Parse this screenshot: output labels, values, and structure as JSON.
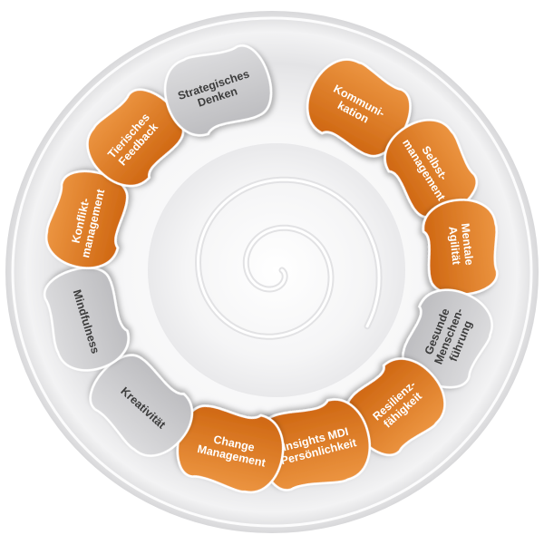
{
  "colors": {
    "orange": "#d9731b",
    "orange_light": "#ee9a46",
    "gray": "#c9c9cb",
    "gray_light": "#dedee0",
    "text_orange": "#ffffff",
    "text_gray": "#3c3c3c",
    "outline": "#ffffff"
  },
  "segments": [
    {
      "id": "kommunikation",
      "lines": [
        "Kommuni-",
        "kation"
      ],
      "style": "orange",
      "icon": "rounded-blob"
    },
    {
      "id": "selbstmanagement",
      "lines": [
        "Selbst-",
        "management"
      ],
      "style": "orange",
      "icon": "rounded-blob"
    },
    {
      "id": "mentale-agilitaet",
      "lines": [
        "Mentale",
        "Agilität"
      ],
      "style": "orange",
      "icon": "rounded-blob"
    },
    {
      "id": "gesunde-menschenfuehrung",
      "lines": [
        "Gesunde",
        "Menschen-",
        "führung"
      ],
      "style": "gray",
      "icon": "rounded-blob"
    },
    {
      "id": "resilienzfaehigkeit",
      "lines": [
        "Resilienz-",
        "fähigkeit"
      ],
      "style": "orange",
      "icon": "rounded-blob"
    },
    {
      "id": "insights-mdi",
      "lines": [
        "Insights MDI",
        "Persönlichkeit"
      ],
      "style": "orange",
      "icon": "rounded-blob"
    },
    {
      "id": "change-management",
      "lines": [
        "Change",
        "Management"
      ],
      "style": "orange",
      "icon": "rounded-blob"
    },
    {
      "id": "kreativitaet",
      "lines": [
        "Kreativität"
      ],
      "style": "gray",
      "icon": "rounded-blob"
    },
    {
      "id": "mindfulness",
      "lines": [
        "Mindfulness"
      ],
      "style": "gray",
      "icon": "rounded-blob"
    },
    {
      "id": "konfliktmanagement",
      "lines": [
        "Konflikt-",
        "management"
      ],
      "style": "orange",
      "icon": "rounded-blob"
    },
    {
      "id": "tierisches-feedback",
      "lines": [
        "Tierisches",
        "Feedback"
      ],
      "style": "orange",
      "icon": "rounded-blob"
    },
    {
      "id": "strategisches-denken",
      "lines": [
        "Strategisches",
        "Denken"
      ],
      "style": "gray",
      "icon": "rounded-blob"
    }
  ]
}
